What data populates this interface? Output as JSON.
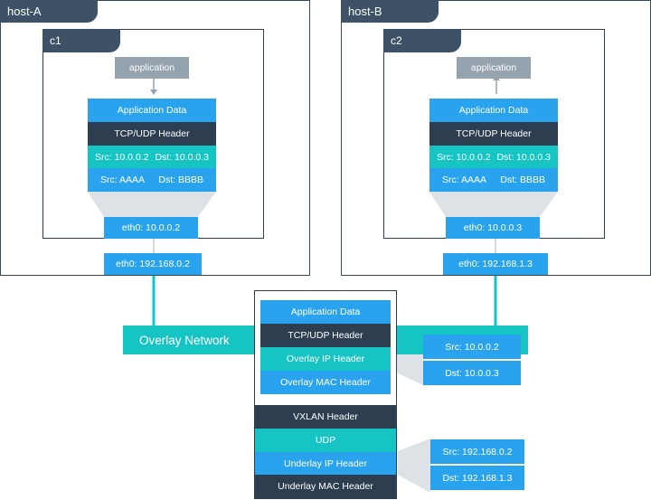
{
  "hosts": [
    {
      "label": "host-A",
      "container": {
        "label": "c1",
        "app_label": "application",
        "arrow": "down",
        "layers": {
          "app_data": "Application Data",
          "tcp_udp": "TCP/UDP Header",
          "ip_src": "Src: 10.0.0.2",
          "ip_dst": "Dst: 10.0.0.3",
          "mac_src": "Src: AAAA",
          "mac_dst": "Dst: BBBB"
        },
        "eth0": "eth0: 10.0.0.2"
      },
      "host_eth0": "eth0: 192.168.0.2"
    },
    {
      "label": "host-B",
      "container": {
        "label": "c2",
        "app_label": "application",
        "arrow": "up",
        "layers": {
          "app_data": "Application Data",
          "tcp_udp": "TCP/UDP Header",
          "ip_src": "Src: 10.0.0.2",
          "ip_dst": "Dst: 10.0.0.3",
          "mac_src": "Src: AAAA",
          "mac_dst": "Dst: BBBB"
        },
        "eth0": "eth0: 10.0.0.3"
      },
      "host_eth0": "eth0: 192.168.1.3"
    }
  ],
  "overlay_network": {
    "label": "Overlay Network"
  },
  "packet": {
    "inner": {
      "app_data": "Application Data",
      "tcp_udp": "TCP/UDP Header",
      "overlay_ip": "Overlay IP Header",
      "overlay_mac": "Overlay MAC Header"
    },
    "outer": {
      "vxlan": "VXLAN Header",
      "udp": "UDP",
      "underlay_ip": "Underlay IP Header",
      "underlay_mac": "Underlay MAC Header"
    },
    "overlay_ip_detail": {
      "src": "Src: 10.0.0.2",
      "dst": "Dst: 10.0.0.3"
    },
    "underlay_ip_detail": {
      "src": "Src: 192.168.0.2",
      "dst": "Dst: 192.168.1.3"
    }
  },
  "colors": {
    "blue": "#2aa3ee",
    "dark": "#2c3e50",
    "teal": "#17c4c4",
    "grey": "#95a3ae",
    "funnel": "#dde2e6",
    "line": "#b5bfc7"
  }
}
